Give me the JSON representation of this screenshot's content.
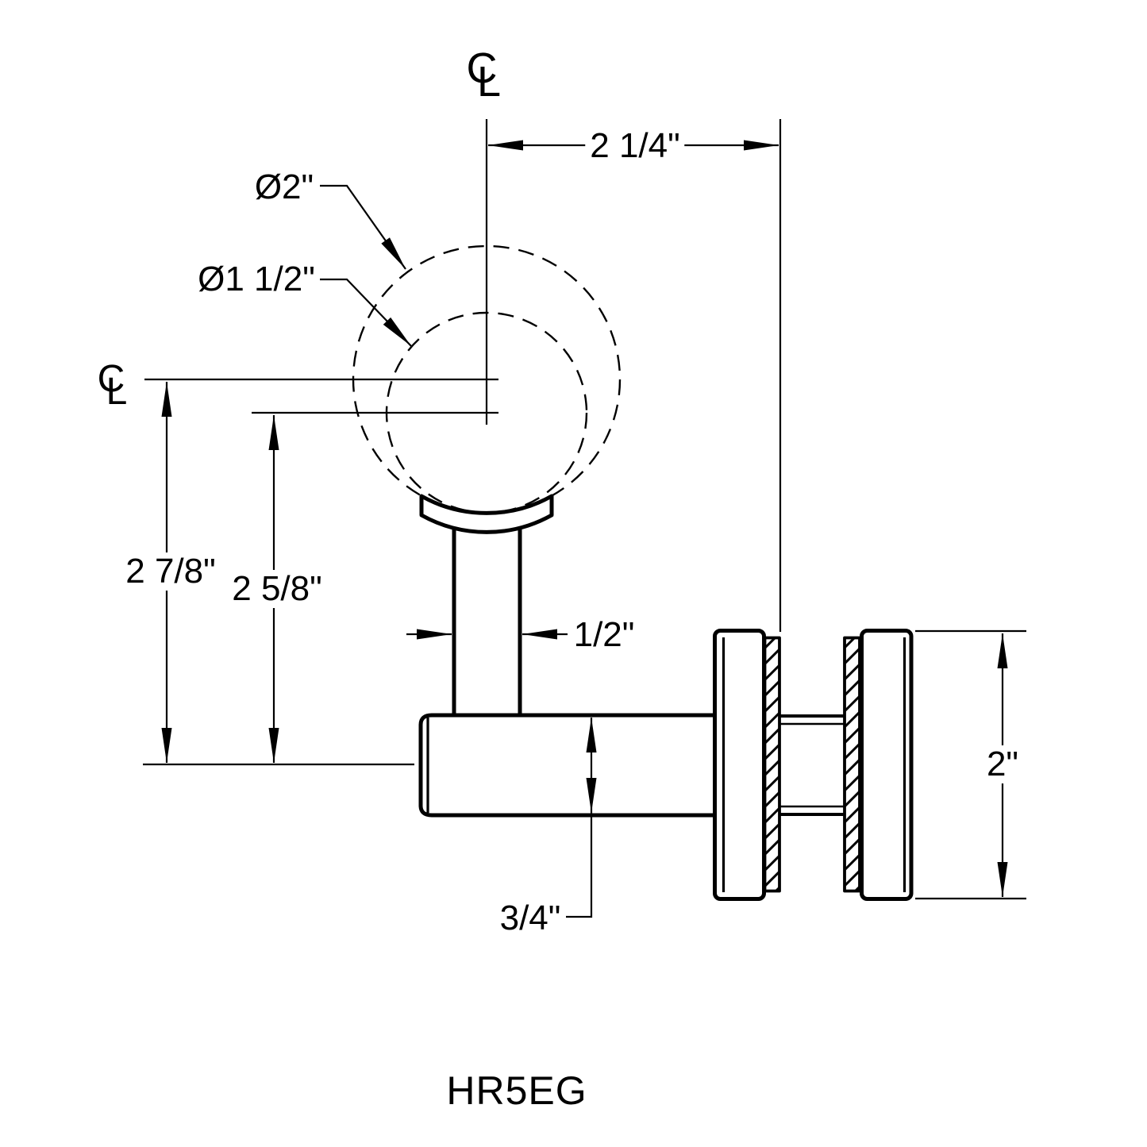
{
  "part_label": "HR5EG",
  "centerline_symbol": {
    "c": "C",
    "l": "L"
  },
  "dimensions": {
    "center_to_glass_offset": "2 1/4\"",
    "handrail_outer_diameter": "Ø2\"",
    "handrail_inner_diameter": "Ø1 1/2\"",
    "outer_center_height": "2 7/8\"",
    "inner_center_height": "2 5/8\"",
    "stem_width": "1/2\"",
    "arm_thickness": "3/4\"",
    "clamp_disc_height": "2\""
  },
  "colors": {
    "ink": "#000000",
    "background": "#ffffff"
  }
}
